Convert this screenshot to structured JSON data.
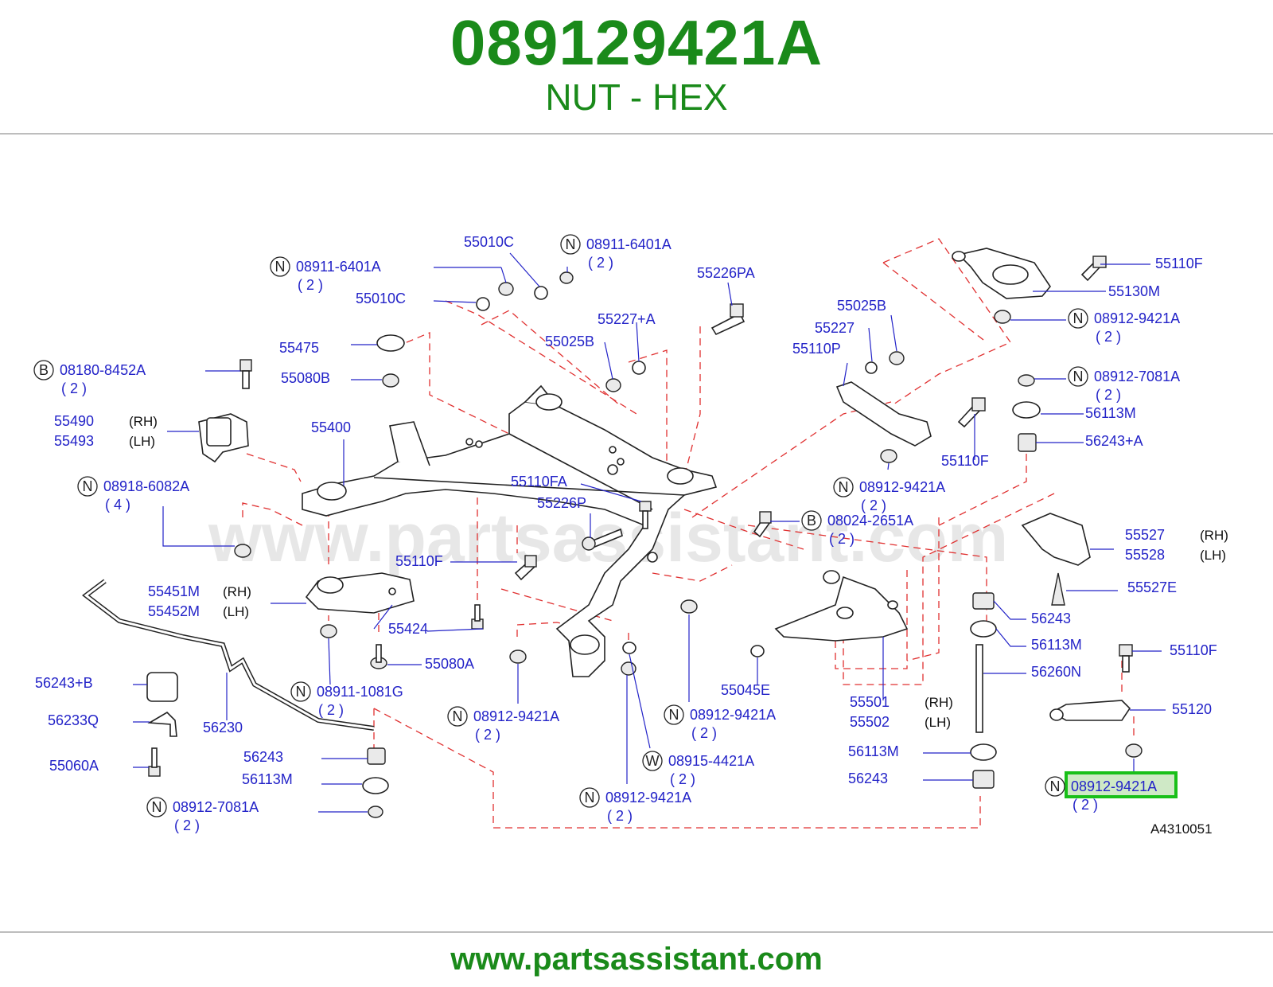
{
  "header": {
    "part_number": "089129421A",
    "part_name": "NUT - HEX"
  },
  "diagram": {
    "watermark": "www.partsassistant.com",
    "code": "A4310051",
    "labels": [
      {
        "id": "l1",
        "text": "08911-6401A",
        "circle": "N",
        "count": "( 2 )"
      },
      {
        "id": "l2",
        "text": "55010C"
      },
      {
        "id": "l3",
        "text": "08911-6401A",
        "circle": "N",
        "count": "( 2 )"
      },
      {
        "id": "l4",
        "text": "55010C"
      },
      {
        "id": "l5",
        "text": "55226PA"
      },
      {
        "id": "l6",
        "text": "55475"
      },
      {
        "id": "l7",
        "text": "55227+A"
      },
      {
        "id": "l8",
        "text": "55025B"
      },
      {
        "id": "l9",
        "text": "08180-8452A",
        "circle": "B",
        "count": "( 2 )"
      },
      {
        "id": "l10",
        "text": "55080B"
      },
      {
        "id": "l11",
        "text": "55490",
        "side": "(RH)"
      },
      {
        "id": "l12",
        "text": "55493",
        "side": "(LH)"
      },
      {
        "id": "l13",
        "text": "55400"
      },
      {
        "id": "l14",
        "text": "08918-6082A",
        "circle": "N",
        "count": "( 4 )"
      },
      {
        "id": "l15",
        "text": "55110FA"
      },
      {
        "id": "l16",
        "text": "55226P"
      },
      {
        "id": "l17",
        "text": "55110F"
      },
      {
        "id": "l18",
        "text": "55451M",
        "side": "(RH)"
      },
      {
        "id": "l19",
        "text": "55452M",
        "side": "(LH)"
      },
      {
        "id": "l20",
        "text": "55424"
      },
      {
        "id": "l21",
        "text": "55080A"
      },
      {
        "id": "l22",
        "text": "56243+B"
      },
      {
        "id": "l23",
        "text": "56233Q"
      },
      {
        "id": "l24",
        "text": "56230"
      },
      {
        "id": "l25",
        "text": "08911-1081G",
        "circle": "N",
        "count": "( 2 )"
      },
      {
        "id": "l26",
        "text": "55060A"
      },
      {
        "id": "l27",
        "text": "56243"
      },
      {
        "id": "l28",
        "text": "56113M"
      },
      {
        "id": "l29",
        "text": "08912-7081A",
        "circle": "N",
        "count": "( 2 )"
      },
      {
        "id": "l30",
        "text": "08912-9421A",
        "circle": "N",
        "count": "( 2 )"
      },
      {
        "id": "l31",
        "text": "08912-9421A",
        "circle": "N",
        "count": "( 2 )"
      },
      {
        "id": "l32",
        "text": "08915-4421A",
        "circle": "W",
        "count": "( 2 )"
      },
      {
        "id": "l33",
        "text": "08912-9421A",
        "circle": "N",
        "count": "( 2 )"
      },
      {
        "id": "l34",
        "text": "55025B"
      },
      {
        "id": "l35",
        "text": "55227"
      },
      {
        "id": "l36",
        "text": "55110P"
      },
      {
        "id": "l37",
        "text": "55110F"
      },
      {
        "id": "l38",
        "text": "55130M"
      },
      {
        "id": "l39",
        "text": "08912-9421A",
        "circle": "N",
        "count": "( 2 )"
      },
      {
        "id": "l40",
        "text": "08912-7081A",
        "circle": "N",
        "count": "( 2 )"
      },
      {
        "id": "l41",
        "text": "56113M"
      },
      {
        "id": "l42",
        "text": "56243+A"
      },
      {
        "id": "l43",
        "text": "55110F"
      },
      {
        "id": "l44",
        "text": "08912-9421A",
        "circle": "N",
        "count": "( 2 )"
      },
      {
        "id": "l45",
        "text": "08024-2651A",
        "circle": "B",
        "count": "( 2 )"
      },
      {
        "id": "l46",
        "text": "55527",
        "side": "(RH)"
      },
      {
        "id": "l47",
        "text": "55528",
        "side": "(LH)"
      },
      {
        "id": "l48",
        "text": "55527E"
      },
      {
        "id": "l49",
        "text": "56243"
      },
      {
        "id": "l50",
        "text": "56113M"
      },
      {
        "id": "l51",
        "text": "55110F"
      },
      {
        "id": "l52",
        "text": "56260N"
      },
      {
        "id": "l53",
        "text": "55045E"
      },
      {
        "id": "l54",
        "text": "55501",
        "side": "(RH)"
      },
      {
        "id": "l55",
        "text": "55502",
        "side": "(LH)"
      },
      {
        "id": "l56",
        "text": "55120"
      },
      {
        "id": "l57",
        "text": "56113M"
      },
      {
        "id": "l58",
        "text": "56243"
      },
      {
        "id": "l59",
        "text": "08912-9421A",
        "circle": "N",
        "count": "( 2 )",
        "highlight": true
      }
    ]
  },
  "footer": {
    "url": "www.partsassistant.com"
  }
}
